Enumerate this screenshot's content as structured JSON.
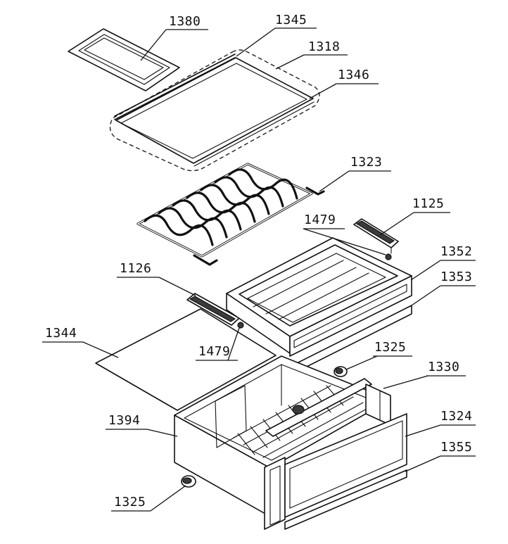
{
  "callouts": [
    {
      "id": "1380",
      "label": "1380"
    },
    {
      "id": "1345",
      "label": "1345"
    },
    {
      "id": "1318",
      "label": "1318"
    },
    {
      "id": "1346",
      "label": "1346"
    },
    {
      "id": "1323",
      "label": "1323"
    },
    {
      "id": "1125",
      "label": "1125"
    },
    {
      "id": "1479a",
      "label": "1479"
    },
    {
      "id": "1352",
      "label": "1352"
    },
    {
      "id": "1353",
      "label": "1353"
    },
    {
      "id": "1126",
      "label": "1126"
    },
    {
      "id": "1344",
      "label": "1344"
    },
    {
      "id": "1479b",
      "label": "1479"
    },
    {
      "id": "1325a",
      "label": "1325"
    },
    {
      "id": "1330",
      "label": "1330"
    },
    {
      "id": "1394",
      "label": "1394"
    },
    {
      "id": "1324",
      "label": "1324"
    },
    {
      "id": "1355",
      "label": "1355"
    },
    {
      "id": "1325b",
      "label": "1325"
    }
  ]
}
